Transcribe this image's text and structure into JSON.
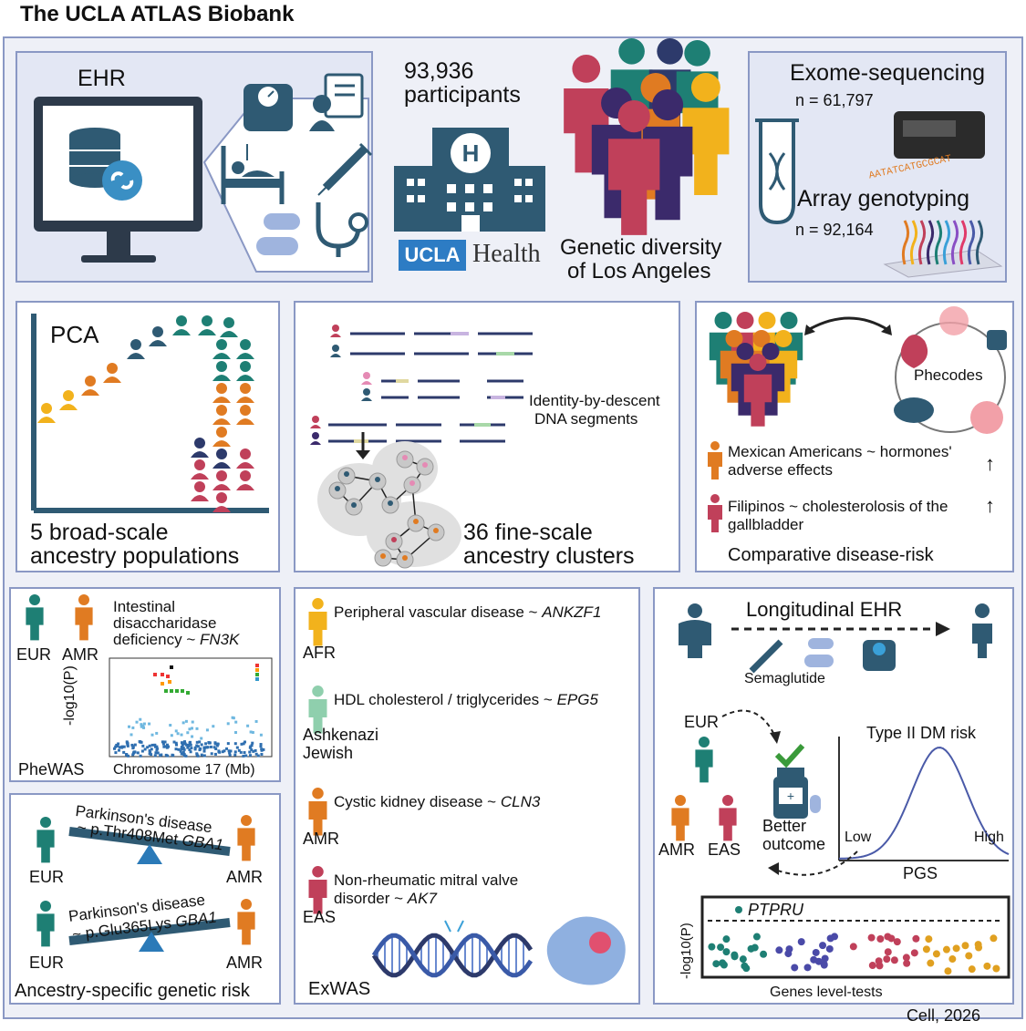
{
  "title": "The UCLA ATLAS Biobank",
  "ehr": {
    "label": "EHR"
  },
  "participants": {
    "count": "93,936",
    "label": "participants"
  },
  "ucla_health": {
    "ucla": "UCLA",
    "health": "Health"
  },
  "diversity": {
    "line1": "Genetic diversity",
    "line2": "of Los Angeles"
  },
  "sequencing": {
    "exome_label": "Exome-sequencing",
    "exome_n": "n = 61,797",
    "array_label": "Array genotyping",
    "array_n": "n = 92,164",
    "dna_text": "AATATCATGCGCAT"
  },
  "pca": {
    "label": "PCA",
    "caption1": "5 broad-scale",
    "caption2": "ancestry populations"
  },
  "ibd": {
    "label1": "Identity-by-descent",
    "label2": "DNA segments",
    "caption1": "36 fine-scale",
    "caption2": "ancestry clusters"
  },
  "comparative": {
    "phecodes": "Phecodes",
    "line1a": "Mexican Americans ~ hormones'",
    "line1b": "adverse effects",
    "line2a": "Filipinos  ~ cholesterolosis of the",
    "line2b": "gallbladder",
    "caption": "Comparative disease-risk",
    "arrow_up": "↑"
  },
  "phewas": {
    "eur": "EUR",
    "amr": "AMR",
    "trait1": "Intestinal",
    "trait2": "disaccharidase",
    "trait3": "deficiency ~ ",
    "gene": "FN3K",
    "ylabel": "-log10(P)",
    "xlabel": "Chromosome 17 (Mb)",
    "caption": "PheWAS"
  },
  "ancestry_risk": {
    "d1a": "Parkinson's disease",
    "d1b": "~ p.Thr408Met ",
    "g1": "GBA1",
    "d2a": "Parkinson's disease",
    "d2b": "~ p.Glu365Lys ",
    "g2": "GBA1",
    "eur": "EUR",
    "amr": "AMR",
    "caption": "Ancestry-specific genetic risk"
  },
  "exwas": {
    "items": [
      {
        "trait": "Peripheral vascular disease ~ ",
        "gene": "ANKZF1",
        "pop1": "AFR",
        "pop2": "",
        "color": "#f2b21c"
      },
      {
        "trait": "HDL cholesterol / triglycerides ~ ",
        "gene": "EPG5",
        "pop1": "Ashkenazi",
        "pop2": "Jewish",
        "color": "#8fcfad"
      },
      {
        "trait": "Cystic kidney disease  ~ ",
        "gene": "CLN3",
        "pop1": "AMR",
        "pop2": "",
        "color": "#e07b22"
      },
      {
        "trait": "Non-rheumatic mitral valve",
        "trait2": "disorder  ~ ",
        "gene": "AK7",
        "pop1": "EAS",
        "pop2": "",
        "color": "#c0405a"
      }
    ],
    "caption": "ExWAS"
  },
  "longitudinal": {
    "title": "Longitudinal EHR",
    "drug": "Semaglutide",
    "eur": "EUR",
    "amr": "AMR",
    "eas": "EAS",
    "outcome1": "Better",
    "outcome2": "outcome",
    "risk_title": "Type II DM risk",
    "low": "Low",
    "high": "High",
    "pgs": "PGS",
    "gene": "PTPRU",
    "ylabel": "-log10(P)",
    "xlabel": "Genes level-tests"
  },
  "footer": "Cell, 2026",
  "colors": {
    "navy": "#2d3a6b",
    "teal": "#1e7f74",
    "orange": "#e07b22",
    "crimson": "#c0405a",
    "yellow": "#f2b21c",
    "purple": "#3b2a6b",
    "slate": "#2f5a73",
    "border": "#8a98c4"
  }
}
